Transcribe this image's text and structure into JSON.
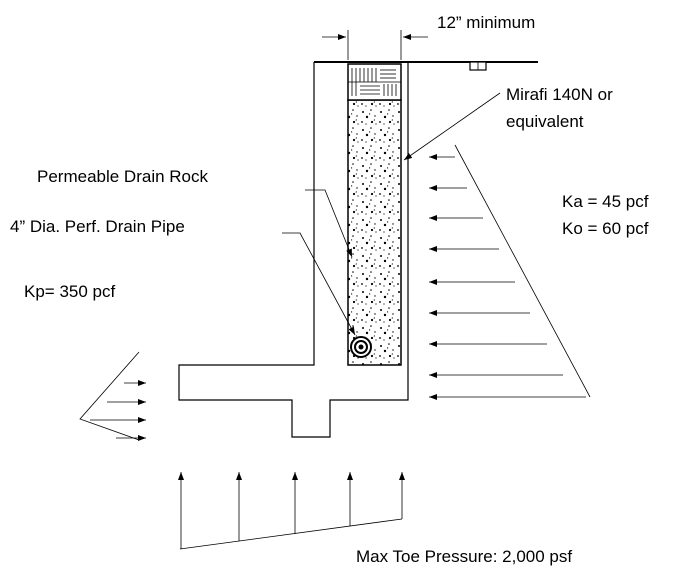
{
  "labels": {
    "min_width": "12” minimum",
    "fabric": "Mirafi 140N or",
    "fabric_line2": "equivalent",
    "drain_rock": "Permeable Drain Rock",
    "drain_pipe": "4” Dia. Perf. Drain Pipe",
    "ka": "Ka = 45 pcf",
    "ko": "Ko = 60 pcf",
    "kp": "Kp= 350 pcf",
    "toe_pressure": "Max Toe Pressure: 2,000 psf"
  }
}
